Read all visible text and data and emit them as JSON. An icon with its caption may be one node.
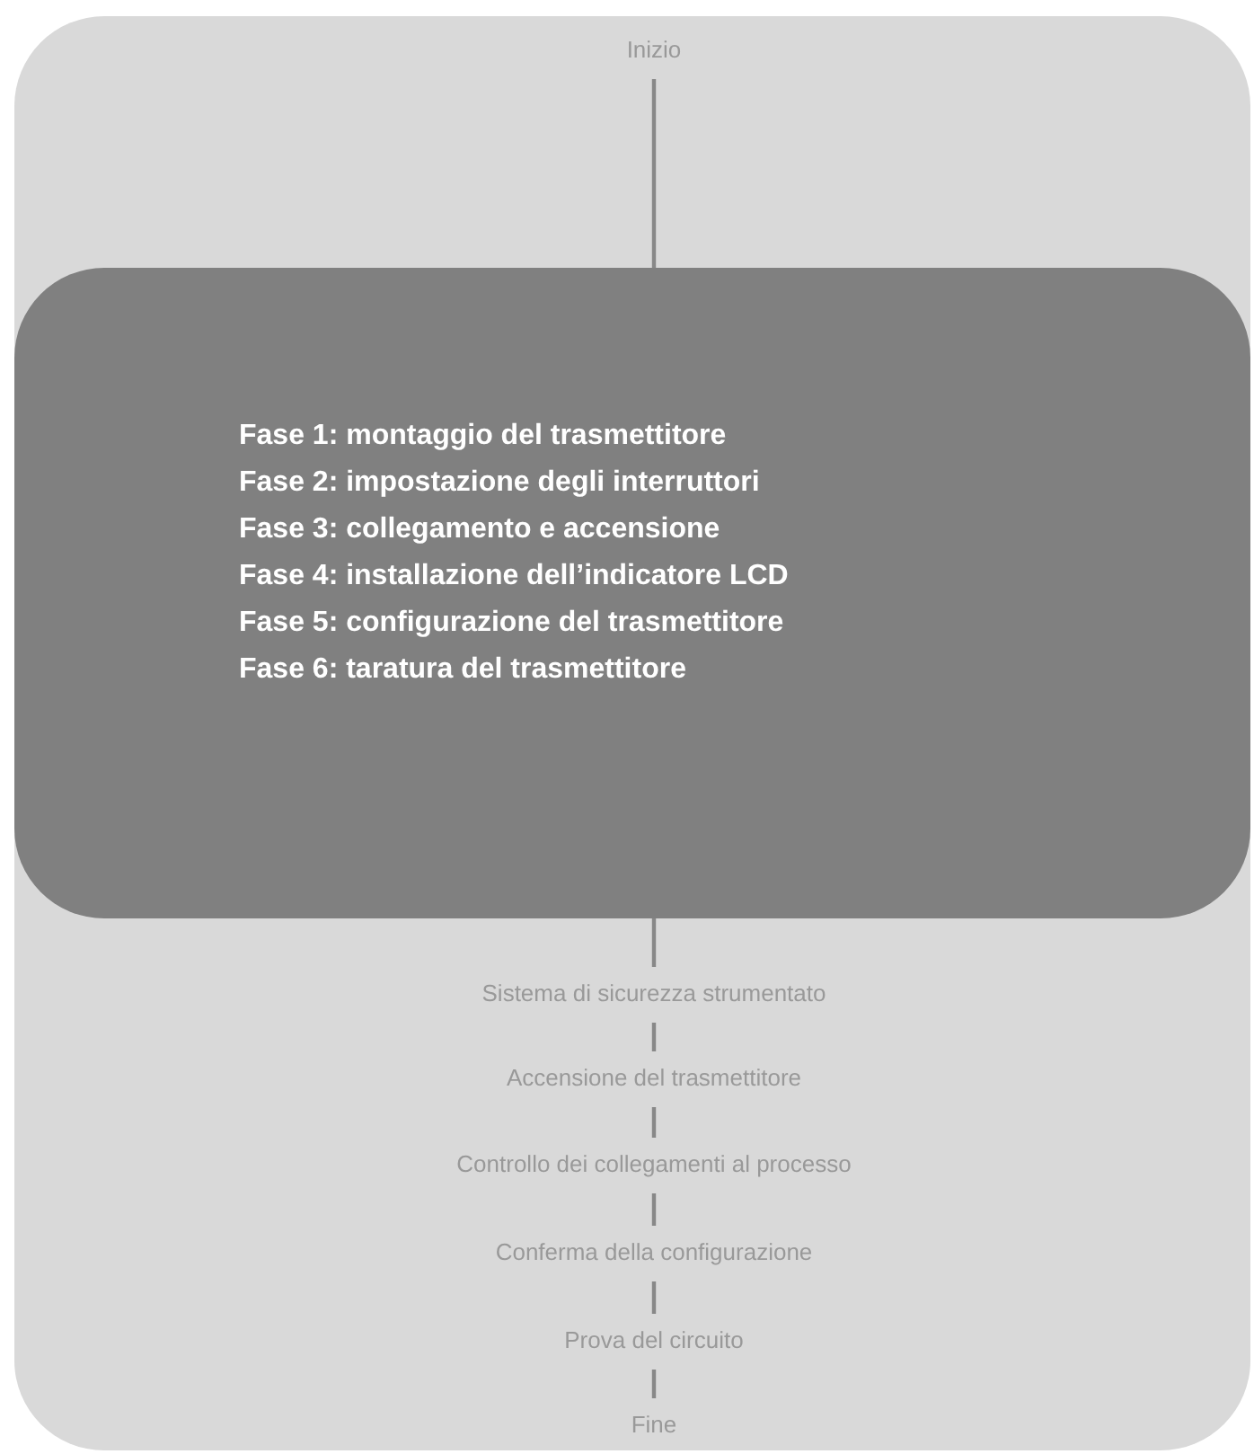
{
  "diagram": {
    "nodes": [
      {
        "text": [],
        "shape": "box"
      },
      {
        "text": [
          "Inizio"
        ],
        "in": 0
      },
      {
        "text": [
          "Fase 1: montaggio del trasmettitore",
          "Fase 2: impostazione degli interruttori",
          "Fase 3: collegamento e accensione",
          "Fase 4: installazione dell’indicatore LCD",
          "Fase 5: configurazione del trasmettitore",
          "Fase 6: taratura del trasmettitore"
        ],
        "in": 0
      },
      {
        "text": [
          "Sistema di sicurezza strumentato"
        ],
        "in": 0
      },
      {
        "text": [
          "Accensione del trasmettitore"
        ],
        "in": 0
      },
      {
        "text": [
          "Controllo dei collegamenti al processo"
        ],
        "in": 0
      },
      {
        "text": [
          "Conferma della configurazione"
        ],
        "in": 0
      },
      {
        "text": [
          "Prova del circuito"
        ],
        "in": 0
      },
      {
        "text": [
          "Fine"
        ],
        "in": 0
      }
    ],
    "edges": [
      {
        "from": 1,
        "to": 2,
        "arrow": "none"
      },
      {
        "from": 2,
        "to": 3,
        "arrow": "none"
      },
      {
        "from": 3,
        "to": 4,
        "arrow": "none"
      },
      {
        "from": 4,
        "to": 5,
        "arrow": "none"
      },
      {
        "from": 5,
        "to": 6,
        "arrow": "none"
      },
      {
        "from": 6,
        "to": 7,
        "arrow": "none"
      },
      {
        "from": 7,
        "to": 8,
        "arrow": "none"
      }
    ]
  }
}
